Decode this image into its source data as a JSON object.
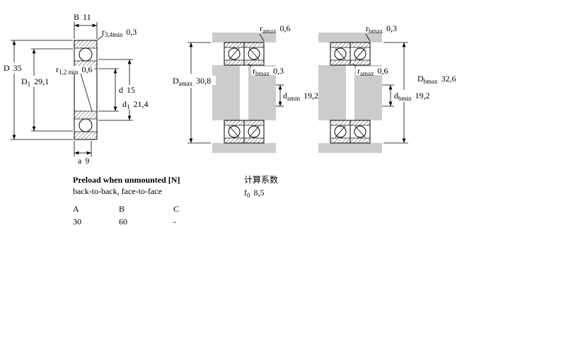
{
  "single_bearing": {
    "B": {
      "base": "B",
      "sub": "",
      "value": "11"
    },
    "r34": {
      "base": "r",
      "sub": "3,4min",
      "value": "0,3"
    },
    "D": {
      "base": "D",
      "sub": "",
      "value": "35"
    },
    "D1": {
      "base": "D",
      "sub": "1",
      "value": "29,1"
    },
    "r12": {
      "base": "r",
      "sub": "1,2 min",
      "value": "0,6"
    },
    "d": {
      "base": "d",
      "sub": "",
      "value": "15"
    },
    "d1": {
      "base": "d",
      "sub": "1",
      "value": "21,4"
    },
    "a": {
      "base": "a",
      "sub": "",
      "value": "9"
    }
  },
  "back_to_back": {
    "r_amax": {
      "base": "r",
      "sub": "amax",
      "value": "0,6"
    },
    "D_amax": {
      "base": "D",
      "sub": "amax",
      "value": "30,8"
    },
    "r_bmax": {
      "base": "r",
      "sub": "bmax",
      "value": "0,3"
    },
    "d_amin": {
      "base": "d",
      "sub": "amin",
      "value": "19,2"
    }
  },
  "face_to_face": {
    "r_bmax": {
      "base": "r",
      "sub": "bmax",
      "value": "0,3"
    },
    "r_amax": {
      "base": "r",
      "sub": "amax",
      "value": "0,6"
    },
    "D_bmax": {
      "base": "D",
      "sub": "bmax",
      "value": "32,6"
    },
    "d_bmin": {
      "base": "d",
      "sub": "bmin",
      "value": "19,2"
    }
  },
  "preload": {
    "heading": "Preload when unmounted [N]",
    "subheading": "back-to-back, face-to-face",
    "calc_factor_heading": "计算系数",
    "f0": {
      "base": "f",
      "sub": "0",
      "value": "8,5"
    },
    "table": {
      "headers": [
        "A",
        "B",
        "C"
      ],
      "values": [
        "30",
        "60",
        "-"
      ]
    }
  },
  "colors": {
    "grey": "#cccccc",
    "line": "#000000"
  }
}
